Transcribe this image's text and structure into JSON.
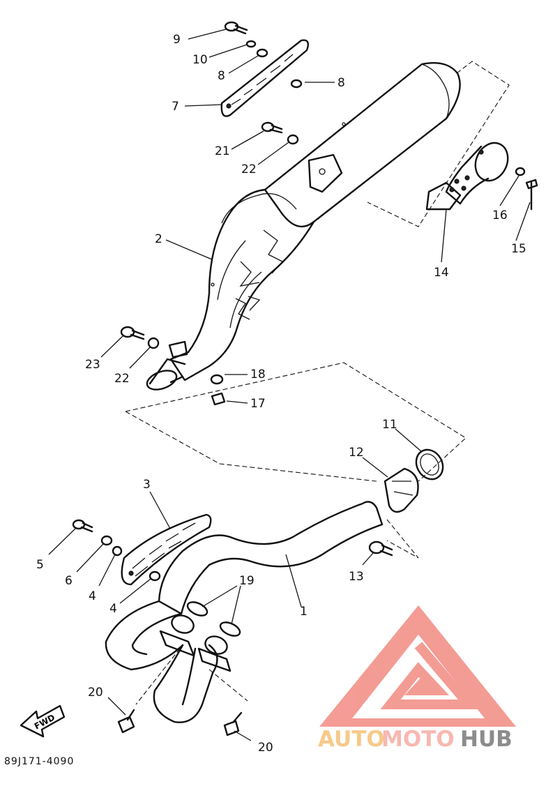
{
  "diagram": {
    "callouts": [
      "9",
      "10",
      "8",
      "8",
      "7",
      "21",
      "22",
      "2",
      "14",
      "16",
      "15",
      "23",
      "22",
      "18",
      "17",
      "11",
      "12",
      "3",
      "5",
      "6",
      "4",
      "4",
      "13",
      "1",
      "19",
      "20",
      "20"
    ],
    "fwd_label": "FWD",
    "drawing_code": "89J171-4090"
  },
  "watermark": {
    "brand_part1": "AUTO",
    "brand_part2": "MOTO",
    "brand_part3": "HUB",
    "colors": {
      "triangle": "#f28b82",
      "auto": "#f7c98a",
      "moto": "#f7b8b0",
      "hub": "#8c8c8c"
    }
  }
}
